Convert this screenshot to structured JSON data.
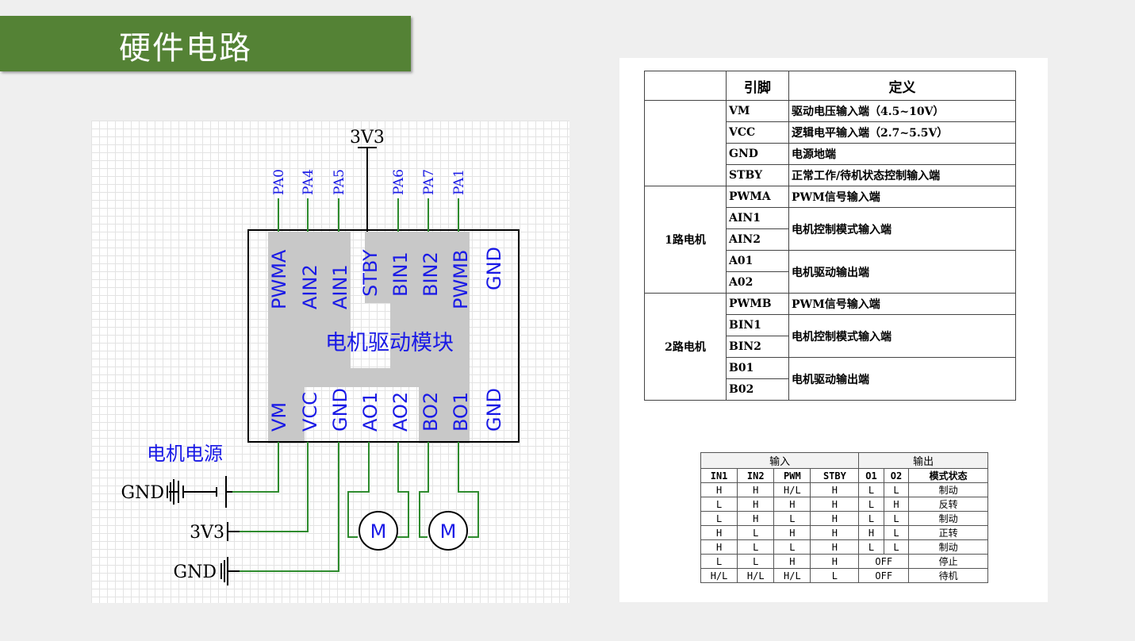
{
  "page_title": "硬件电路",
  "schematic": {
    "supply_top": "3V3",
    "top_pins": [
      "PA0",
      "PA4",
      "PA5",
      "PA6",
      "PA7",
      "PA1"
    ],
    "module_top_pins": [
      "PWMA",
      "AIN2",
      "AIN1",
      "STBY",
      "BIN1",
      "BIN2",
      "PWMB",
      "GND"
    ],
    "module_bottom_pins": [
      "VM",
      "VCC",
      "GND",
      "AO1",
      "AO2",
      "BO2",
      "BO1",
      "GND"
    ],
    "module_label": "电机驱动模块",
    "motor_power_label": "电机电源",
    "left_labels": [
      "GND",
      "3V3",
      "GND"
    ],
    "motor_symbol": "M"
  },
  "pin_table": {
    "headers": [
      "引脚",
      "定义"
    ],
    "rows": [
      {
        "group": "",
        "pin": "VM",
        "def": "驱动电压输入端（4.5~10V）"
      },
      {
        "group": "",
        "pin": "VCC",
        "def": "逻辑电平输入端（2.7~5.5V）"
      },
      {
        "group": "",
        "pin": "GND",
        "def": "电源地端"
      },
      {
        "group": "",
        "pin": "STBY",
        "def": "正常工作/待机状态控制输入端"
      },
      {
        "group": "1路电机",
        "pin": "PWMA",
        "def": "PWM信号输入端"
      },
      {
        "group": "",
        "pin": "AIN1",
        "def": "电机控制模式输入端"
      },
      {
        "group": "",
        "pin": "AIN2",
        "def": ""
      },
      {
        "group": "",
        "pin": "A01",
        "def": "电机驱动输出端"
      },
      {
        "group": "",
        "pin": "A02",
        "def": ""
      },
      {
        "group": "2路电机",
        "pin": "PWMB",
        "def": "PWM信号输入端"
      },
      {
        "group": "",
        "pin": "BIN1",
        "def": "电机控制模式输入端"
      },
      {
        "group": "",
        "pin": "BIN2",
        "def": ""
      },
      {
        "group": "",
        "pin": "B01",
        "def": "电机驱动输出端"
      },
      {
        "group": "",
        "pin": "B02",
        "def": ""
      }
    ]
  },
  "truth_table": {
    "group_headers": [
      "输入",
      "输出"
    ],
    "headers": [
      "IN1",
      "IN2",
      "PWM",
      "STBY",
      "O1",
      "O2",
      "模式状态"
    ],
    "rows": [
      [
        "H",
        "H",
        "H/L",
        "H",
        "L",
        "L",
        "制动"
      ],
      [
        "L",
        "H",
        "H",
        "H",
        "L",
        "H",
        "反转"
      ],
      [
        "L",
        "H",
        "L",
        "H",
        "L",
        "L",
        "制动"
      ],
      [
        "H",
        "L",
        "H",
        "H",
        "H",
        "L",
        "正转"
      ],
      [
        "H",
        "L",
        "L",
        "H",
        "L",
        "L",
        "制动"
      ],
      [
        "L",
        "L",
        "H",
        "H",
        "OFF",
        "",
        "停止"
      ],
      [
        "H/L",
        "H/L",
        "H/L",
        "L",
        "OFF",
        "",
        "待机"
      ]
    ]
  }
}
